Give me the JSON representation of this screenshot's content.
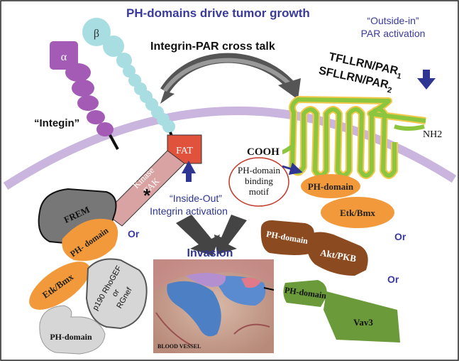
{
  "title": "PH-domains drive tumor growth",
  "crosstalk_label": "Integrin-PAR cross talk",
  "outside_in": {
    "line1": "“Outside-in”",
    "line2": "PAR activation"
  },
  "par_peptides": {
    "line1": "TFLLRN/PAR",
    "sub1": "1",
    "line2": "SFLLRN/PAR",
    "sub2": "2"
  },
  "integrin": {
    "label": "“Integin”",
    "alpha": "α",
    "beta": "β"
  },
  "fak": {
    "kinase": "Kinase",
    "fak": "FAK",
    "fat": "FAT"
  },
  "cooh": "COOH",
  "nh2": "NH2",
  "binding_motif": {
    "line1": "PH-domain",
    "line2": "binding",
    "line3": "motif"
  },
  "par_ph_domain": "PH-domain",
  "etk_bmx_right": "Etk/Bmx",
  "inside_out": {
    "star": "*",
    "line1": "“Inside-Out”",
    "line2": "Integrin activation"
  },
  "invasion": "Invasion",
  "blood_vessel": "BLOOD VESSEL",
  "frem": "FREM",
  "left_ph_domain": "PH- domain",
  "etk_bmx_left": "Etk/Bmx",
  "p190": {
    "line1": "p190 RhoGEF",
    "line2": "or",
    "line3": "RGnef"
  },
  "left_bottom_ph": "PH-domain",
  "akt": {
    "ph": "PH-domain",
    "name": "Akt/PKB"
  },
  "vav": {
    "ph": "PH-domain",
    "name": "Vav3"
  },
  "or_labels": [
    "Or",
    "Or",
    "Or"
  ],
  "colors": {
    "title_blue": "#3a3a9e",
    "arrow_blue": "#2e3592",
    "membrane": "#c9b5dd",
    "integrin_alpha": "#a35bb5",
    "integrin_beta": "#a8dde2",
    "fak_pink": "#d9a3a3",
    "fat_red": "#e0523c",
    "par_green": "#8cc63f",
    "par_yellow": "#f2c94c",
    "orange": "#f29a3b",
    "akt_brown": "#8b4a1f",
    "vav_green": "#6a9a3a",
    "frem_gray": "#777777",
    "light_gray": "#d6d6d6"
  }
}
